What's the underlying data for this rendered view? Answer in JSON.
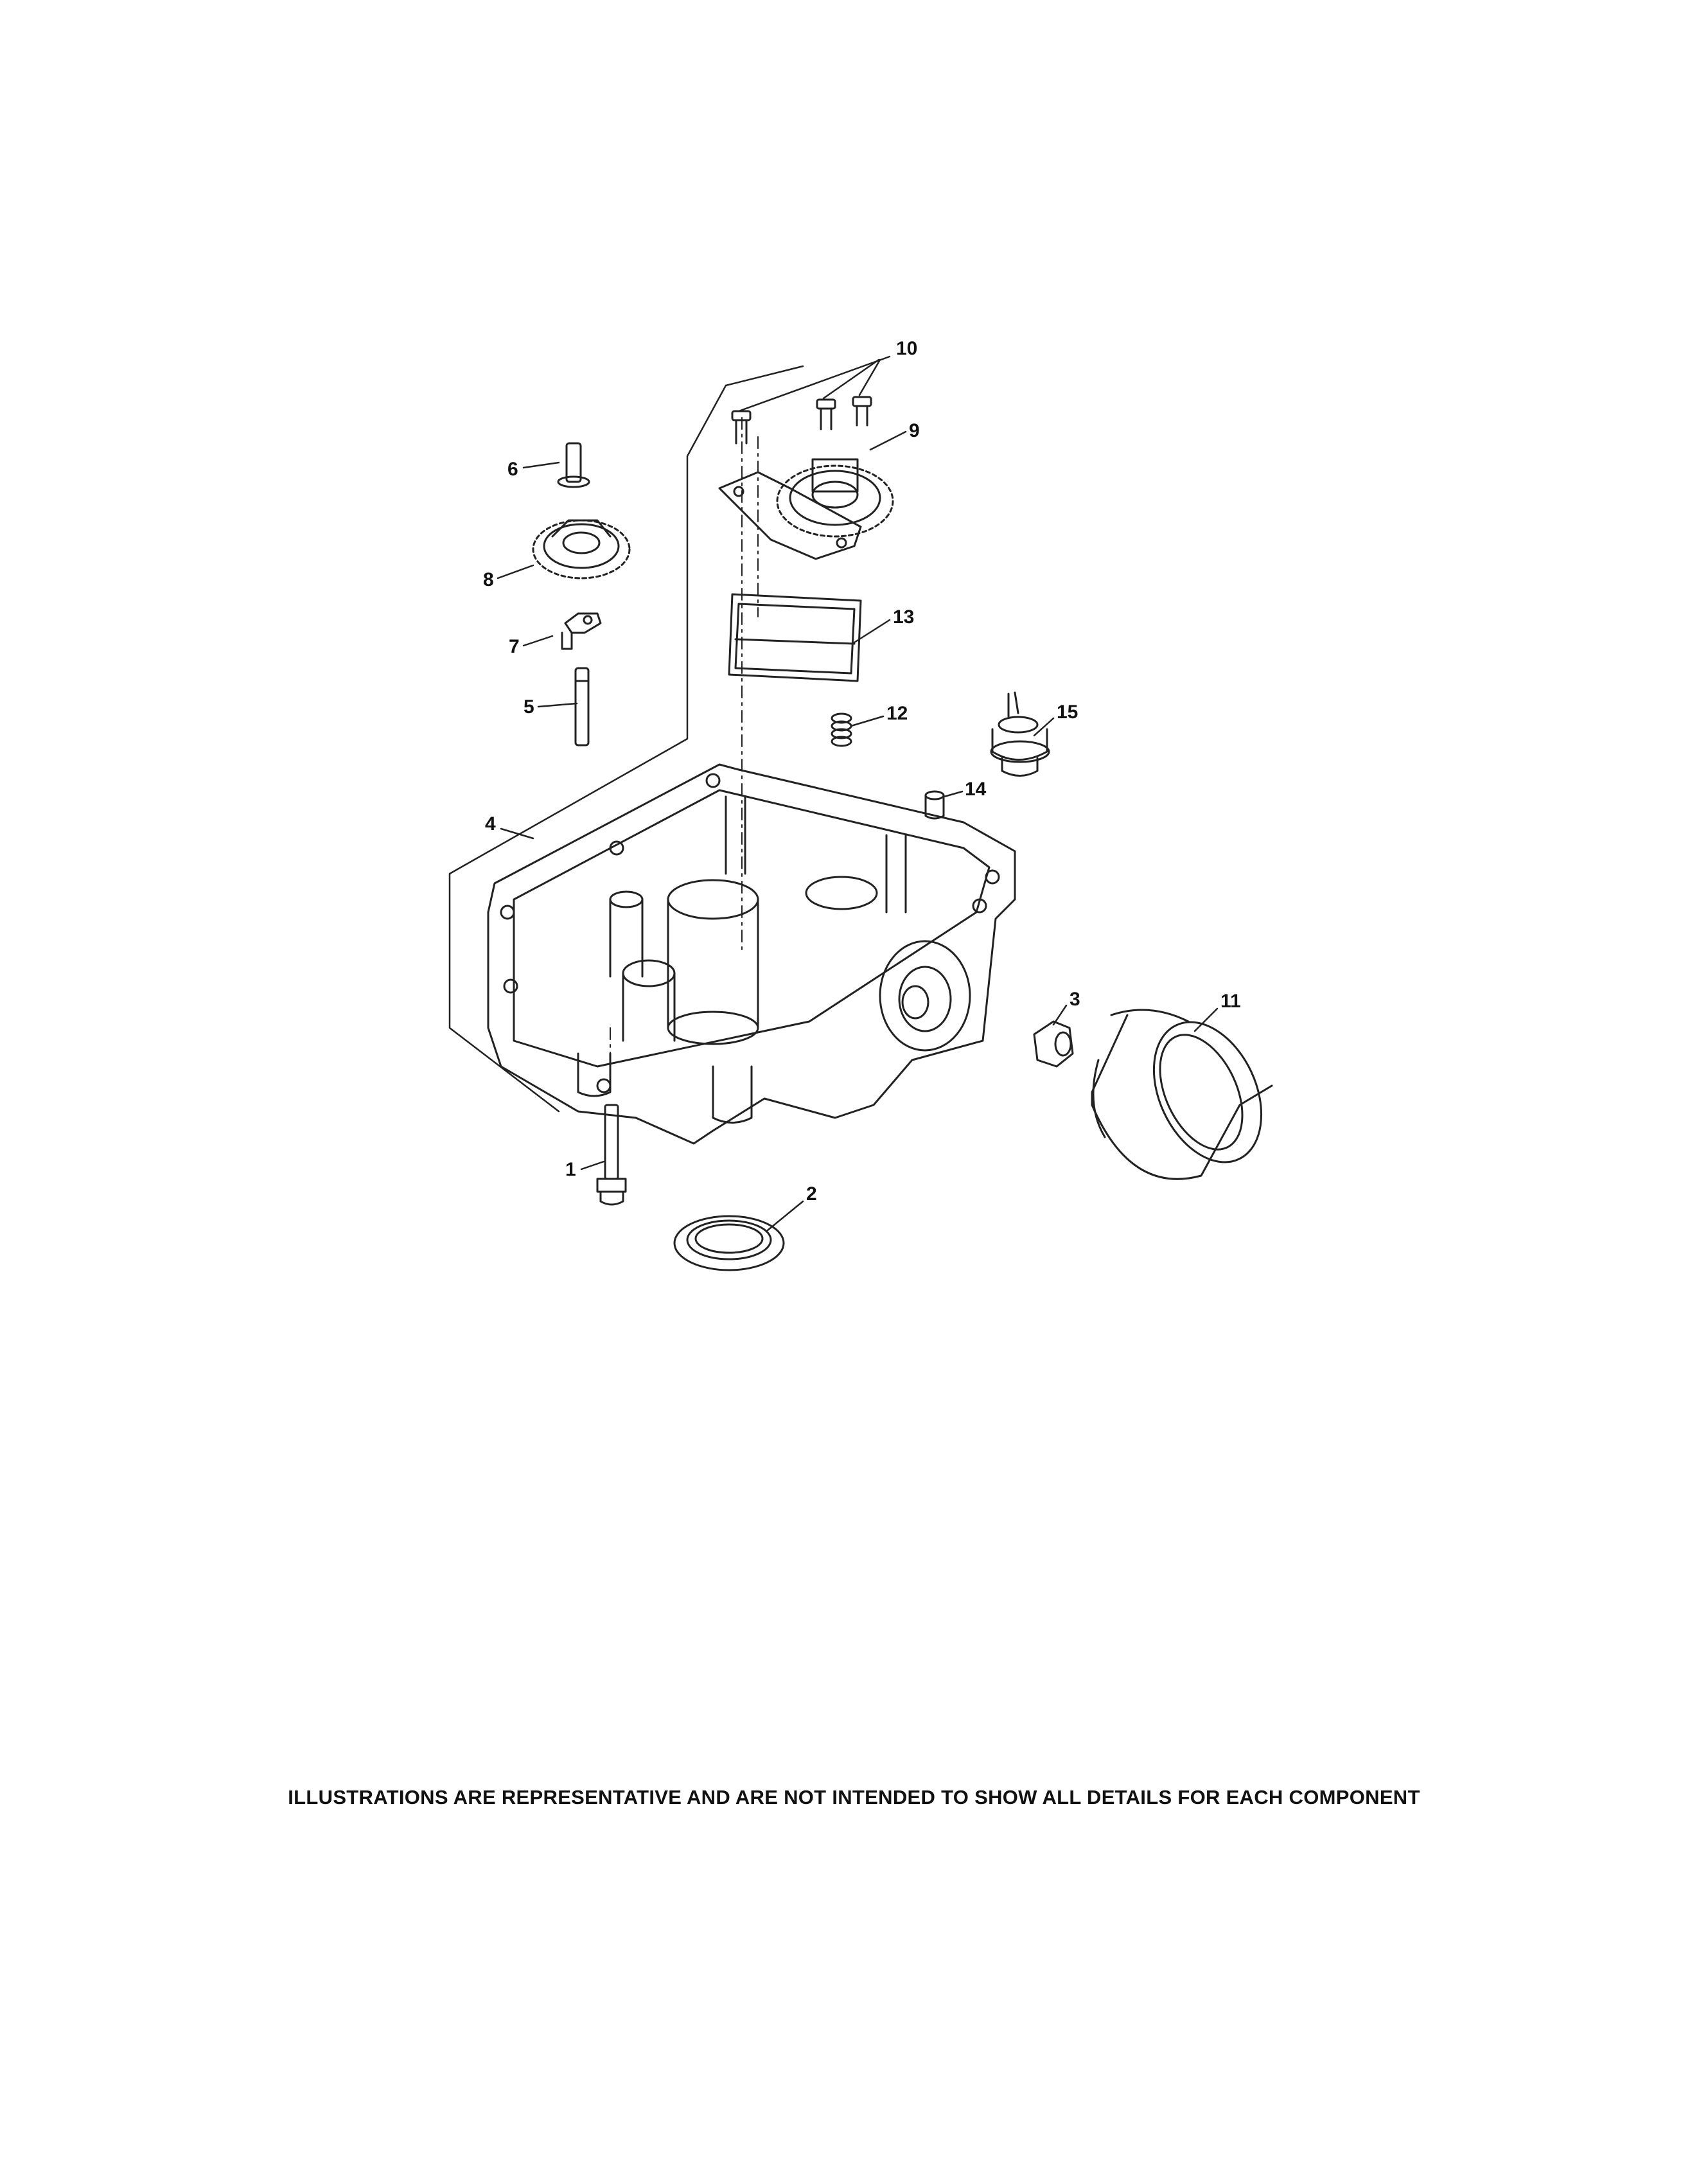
{
  "diagram": {
    "callouts": [
      {
        "id": "1",
        "label": "1"
      },
      {
        "id": "2",
        "label": "2"
      },
      {
        "id": "3",
        "label": "3"
      },
      {
        "id": "4",
        "label": "4"
      },
      {
        "id": "5",
        "label": "5"
      },
      {
        "id": "6",
        "label": "6"
      },
      {
        "id": "7",
        "label": "7"
      },
      {
        "id": "8",
        "label": "8"
      },
      {
        "id": "9",
        "label": "9"
      },
      {
        "id": "10",
        "label": "10"
      },
      {
        "id": "11",
        "label": "11"
      },
      {
        "id": "12",
        "label": "12"
      },
      {
        "id": "13",
        "label": "13"
      },
      {
        "id": "14",
        "label": "14"
      },
      {
        "id": "15",
        "label": "15"
      }
    ]
  },
  "footer": {
    "disclaimer": "ILLUSTRATIONS ARE REPRESENTATIVE AND ARE NOT INTENDED TO SHOW ALL DETAILS FOR EACH COMPONENT"
  }
}
